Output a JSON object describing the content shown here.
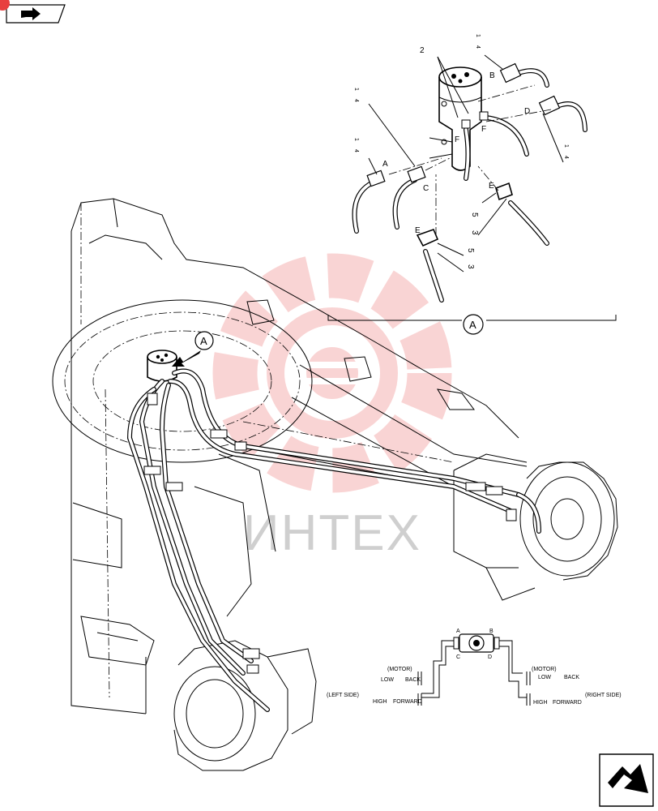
{
  "watermark": {
    "text": "ИНТЕХ",
    "color": "#e8403f"
  },
  "nav": {
    "top_icon": "back-arrow-icon",
    "bottom_icon": "next-arrow-icon"
  },
  "detail": {
    "view_label": "A",
    "main_view_label": "A",
    "refs": {
      "ref_1a": "1",
      "ref_4a": "4",
      "ref_2": "2",
      "ref_1b": "1",
      "ref_4b": "4",
      "ref_1c": "1",
      "ref_4c": "4",
      "ref_1d": "1",
      "ref_4d": "4",
      "ref_5a": "5",
      "ref_3a": "3",
      "ref_5b": "5",
      "ref_3b": "3"
    },
    "ports": {
      "A": "A",
      "B": "B",
      "C": "C",
      "D": "D",
      "E1": "E",
      "E2": "E",
      "F1": "F",
      "F2": "F"
    }
  },
  "schematic": {
    "port_a": "A",
    "port_b": "B",
    "port_c": "C",
    "port_d": "D",
    "left_motor": "(MOTOR)",
    "left_low": "LOW",
    "left_back": "BACK",
    "left_high": "HIGH",
    "left_forward": "FORWARD",
    "left_side": "(LEFT SIDE)",
    "right_motor": "(MOTOR)",
    "right_low": "LOW",
    "right_back": "BACK",
    "right_high": "HIGH",
    "right_forward": "FORWARD",
    "right_side": "(RIGHT SIDE)"
  }
}
